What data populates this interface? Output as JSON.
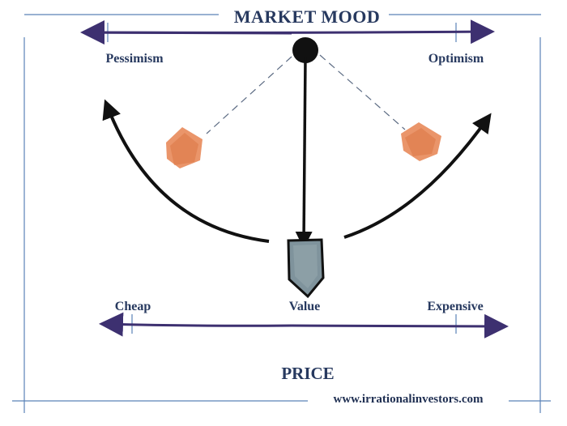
{
  "title": "MARKET MOOD",
  "mood": {
    "left": "Pessimism",
    "right": "Optimism"
  },
  "price": {
    "left": "Cheap",
    "center": "Value",
    "right": "Expensive"
  },
  "axis_title": "PRICE",
  "footer_url": "www.irrationalinvestors.com",
  "colors": {
    "frame": "#5a82b8",
    "arrow": "#3d3070",
    "text": "#27395f",
    "pendulum": "#111111",
    "weight": "#e88a5a",
    "value_block": "#7f939c"
  }
}
